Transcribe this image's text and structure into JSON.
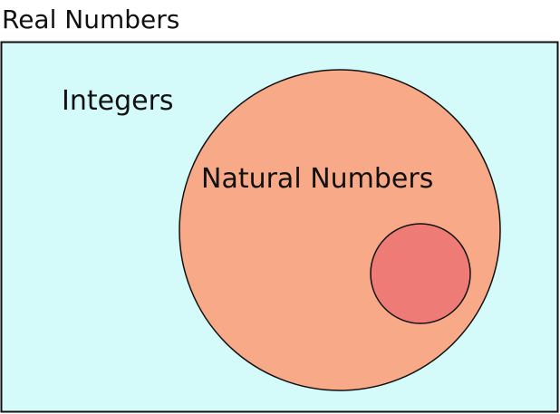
{
  "diagram": {
    "title": "Real Numbers",
    "outer_set_label": "Integers",
    "middle_set_label": "Natural Numbers",
    "inner_set_label": ""
  },
  "colors": {
    "background": "#d4fafa",
    "middle_fill": "#f8aa88",
    "inner_fill": "#ee7b75",
    "stroke": "#111111",
    "text": "#111111"
  }
}
